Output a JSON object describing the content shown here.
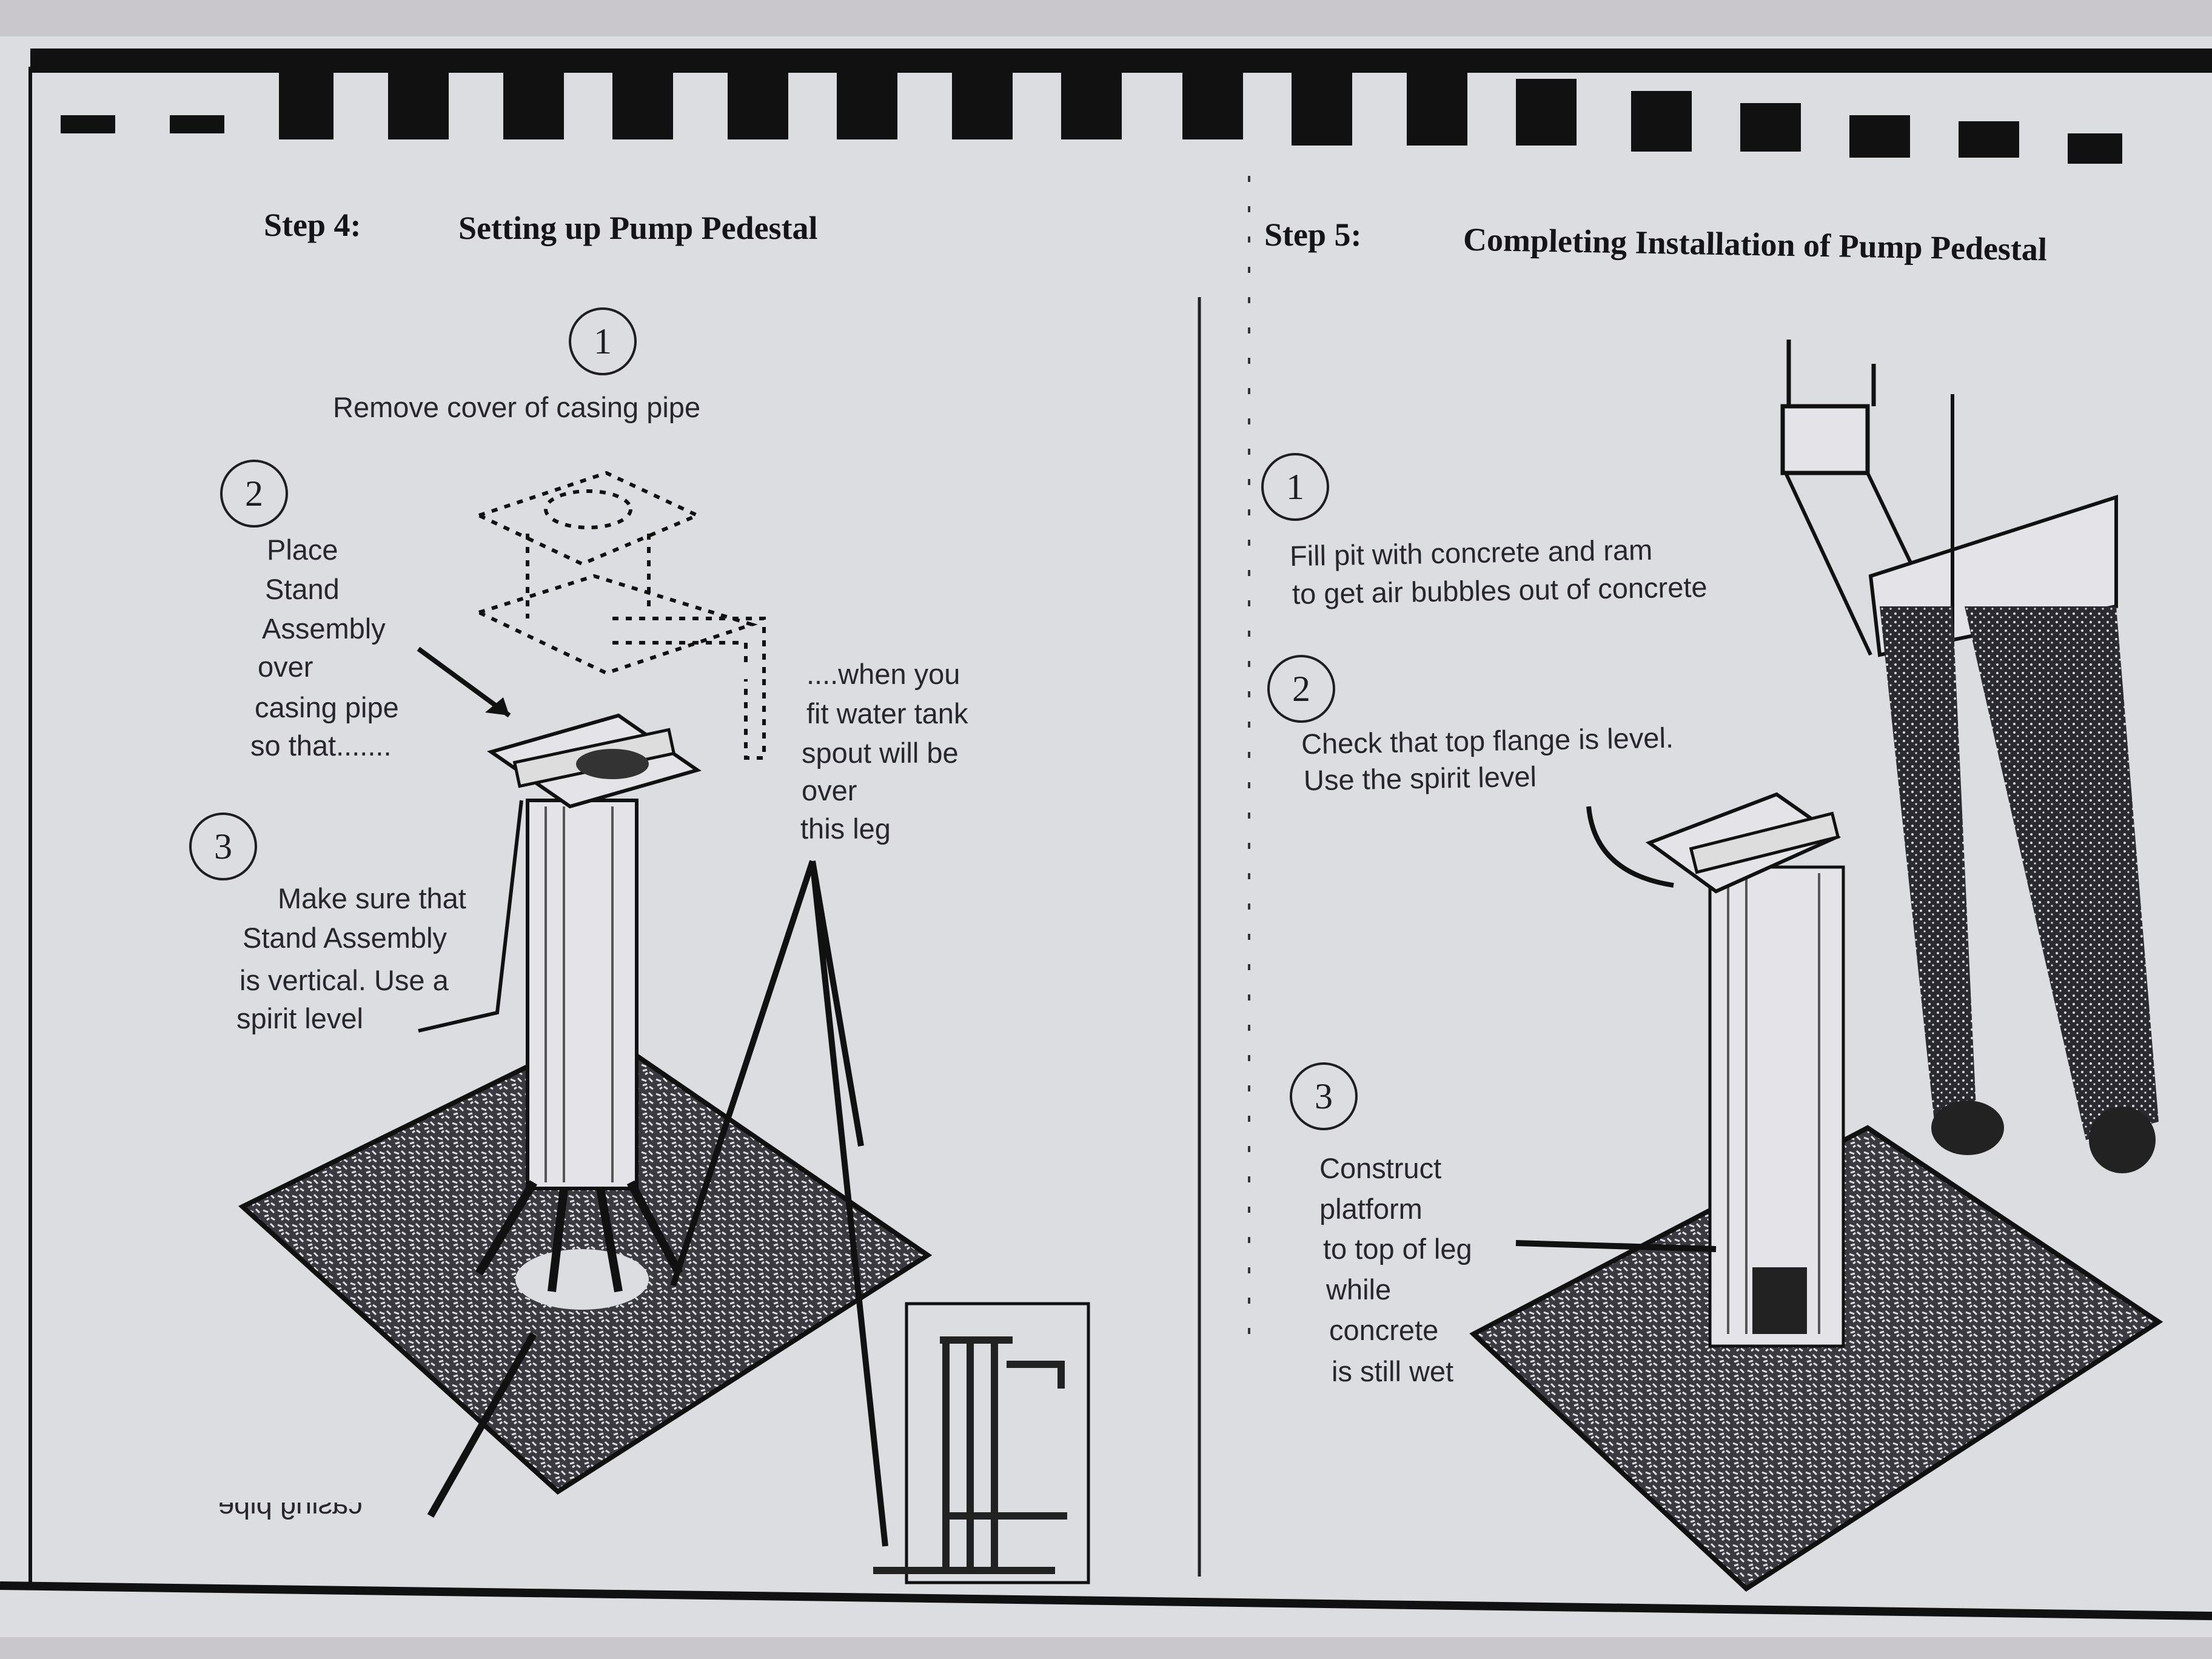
{
  "step4": {
    "label": "Step 4:",
    "title": "Setting up Pump Pedestal",
    "items": [
      {
        "num": "1",
        "lines": [
          "Remove cover of casing pipe"
        ]
      },
      {
        "num": "2",
        "lines": [
          "Place",
          "Stand",
          "Assembly",
          "over",
          "casing pipe",
          "so that......."
        ]
      },
      {
        "num": "3",
        "lines": [
          "Make sure that",
          "Stand Assembly",
          "is vertical. Use a",
          "spirit level"
        ]
      }
    ],
    "spout_note": [
      "....when you",
      "fit water tank",
      "spout will be",
      "over",
      "this leg"
    ],
    "casing_label": "casing pipe"
  },
  "step5": {
    "label": "Step 5:",
    "title": "Completing Installation of Pump Pedestal",
    "items": [
      {
        "num": "1",
        "lines": [
          "Fill pit with concrete and ram",
          "to get air bubbles out of concrete"
        ]
      },
      {
        "num": "2",
        "lines": [
          "Check that top flange is level.",
          "Use the spirit level"
        ]
      },
      {
        "num": "3",
        "lines": [
          "Construct",
          "platform",
          "to top of leg",
          "while",
          "concrete",
          "is still wet"
        ]
      }
    ]
  }
}
